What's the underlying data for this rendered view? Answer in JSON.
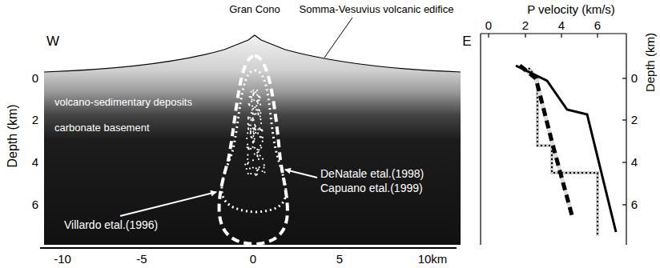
{
  "diagram": {
    "labels": [
      "W",
      "E",
      "Gran Cono",
      "Somma-Vesuvius volcanic edifice",
      "volcano-sedimentary deposits",
      "carbonate basement",
      "DeNatale etal.(1998)",
      "Capuano etal.(1999)",
      "Villardo etal.(1996)",
      "Depth (km)",
      "0",
      "2",
      "4",
      "6",
      "-10",
      "-5",
      "0",
      "5",
      "10km",
      "P velocity (km/s)",
      "0",
      "2",
      "4",
      "6",
      "0",
      "2",
      "4",
      "6",
      "Depth (km)"
    ]
  }
}
